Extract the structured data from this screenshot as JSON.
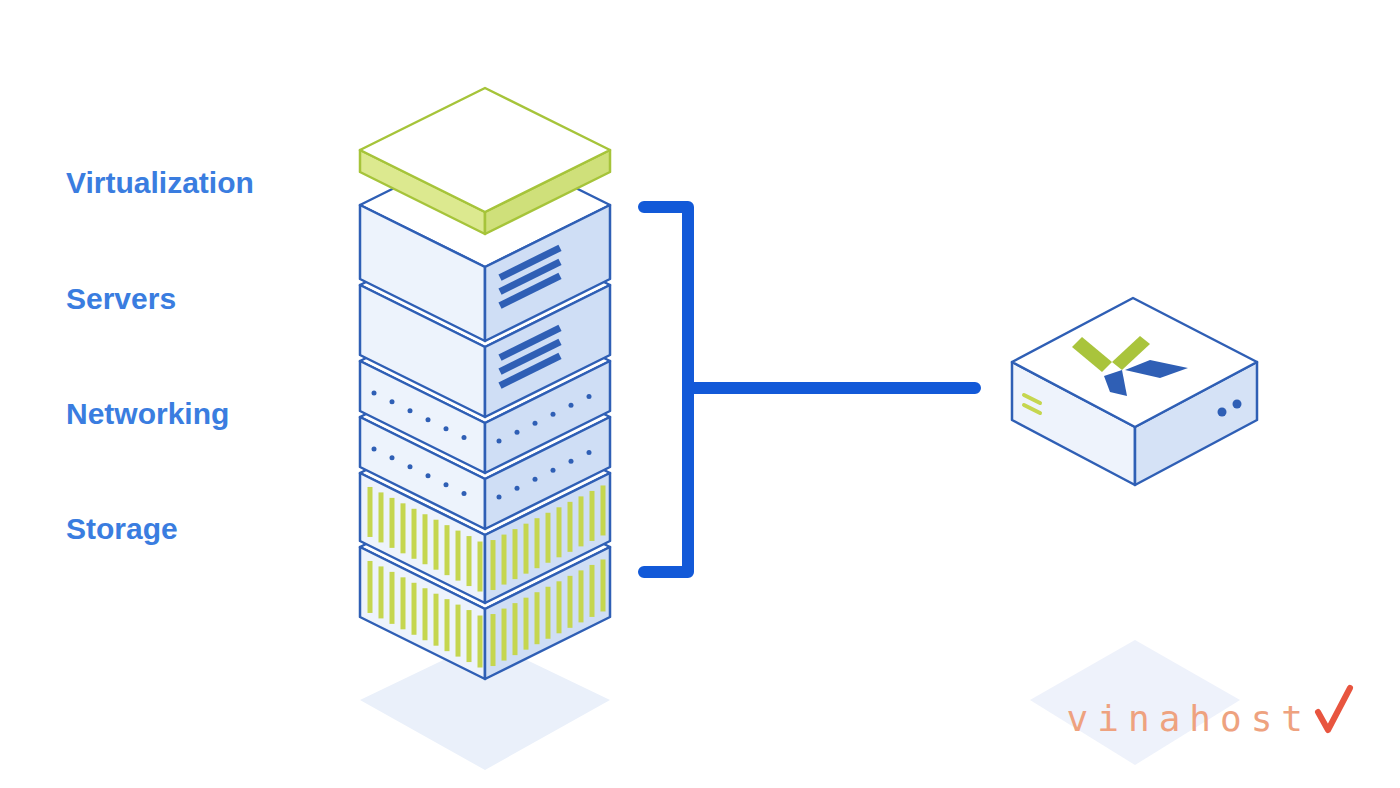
{
  "diagram": {
    "labels": [
      "Virtualization",
      "Servers",
      "Networking",
      "Storage",
      "vinahost"
    ]
  }
}
